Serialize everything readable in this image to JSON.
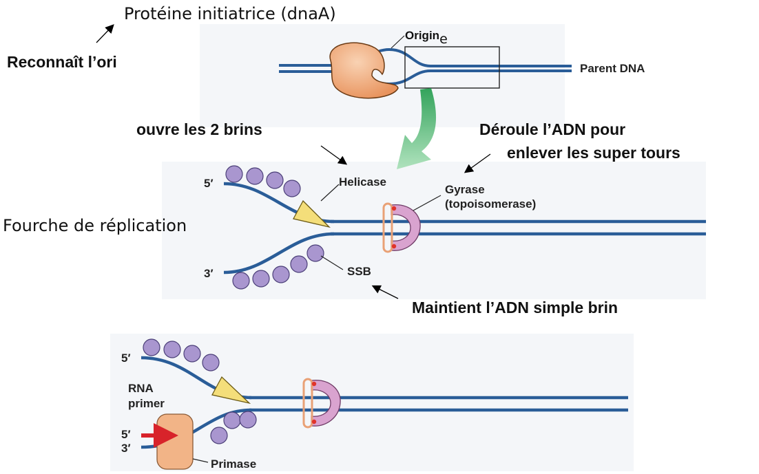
{
  "annotations": {
    "initiator_protein": "Protéine initiatrice (dnaA)",
    "recognizes_ori": "Reconnaît l’ori",
    "opens_strands": "ouvre les 2 brins",
    "unwinds_line1": "Déroule l’ADN pour",
    "unwinds_line2": "enlever les super tours",
    "replication_fork": "Fourche de réplication",
    "maintains_ssdna": "Maintient l’ADN simple brin"
  },
  "labels": {
    "origin": "Origin",
    "origin_suffix": "e",
    "parent_dna": "Parent DNA",
    "helicase": "Helicase",
    "gyrase_line1": "Gyrase",
    "gyrase_line2": "(topoisomerase)",
    "ssb": "SSB",
    "five_prime": "5′",
    "three_prime": "3′",
    "rna_line1": "RNA",
    "rna_line2": "primer",
    "primase": "Primase"
  },
  "colors": {
    "dna": "#2a5d98",
    "protein_orange": "#f2b487",
    "ssb_purple": "#a996cf",
    "helicase_yellow": "#f4de7a",
    "gyrase_pink": "#d9a3cf",
    "arrow_green": "#4bb96b",
    "primer_red": "#d8232a"
  }
}
